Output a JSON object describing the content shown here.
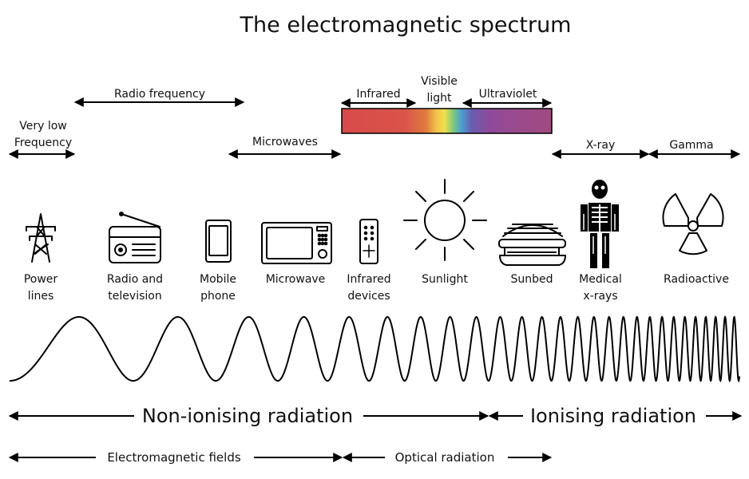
{
  "title": "The electromagnetic spectrum",
  "bands": {
    "very_low_frequency": [
      "Very low",
      "Frequency"
    ],
    "radio_frequency": "Radio frequency",
    "microwaves": "Microwaves",
    "infrared": "Infrared",
    "visible_light": [
      "Visible",
      "light"
    ],
    "ultraviolet": "Ultraviolet",
    "x_ray": "X-ray",
    "gamma": "Gamma"
  },
  "sources": [
    {
      "lines": [
        "Power",
        "lines"
      ],
      "icon": "power-pylon-icon"
    },
    {
      "lines": [
        "Radio and",
        "television"
      ],
      "icon": "radio-icon"
    },
    {
      "lines": [
        "Mobile",
        "phone"
      ],
      "icon": "mobile-phone-icon"
    },
    {
      "lines": [
        "Microwave"
      ],
      "icon": "microwave-oven-icon"
    },
    {
      "lines": [
        "Infrared",
        "devices"
      ],
      "icon": "remote-control-icon"
    },
    {
      "lines": [
        "Sunlight"
      ],
      "icon": "sun-icon"
    },
    {
      "lines": [
        "Sunbed"
      ],
      "icon": "sunbed-icon"
    },
    {
      "lines": [
        "Medical",
        "x-rays"
      ],
      "icon": "skeleton-icon"
    },
    {
      "lines": [
        "Radioactive"
      ],
      "icon": "radiation-symbol-icon"
    }
  ],
  "radiation": {
    "non_ionising": "Non-ionising radiation",
    "ionising": "Ionising radiation"
  },
  "bottom": {
    "electromagnetic_fields": "Electromagnetic fields",
    "optical_radiation": "Optical radiation"
  },
  "colors": {
    "spectrum": [
      "#d84a4a",
      "#d9544a",
      "#e07a3f",
      "#f2c14a",
      "#f0e04c",
      "#7ec97a",
      "#4aa0d0",
      "#6a5bb0",
      "#8d4a9a",
      "#9b4a8a",
      "#a04a80"
    ]
  }
}
